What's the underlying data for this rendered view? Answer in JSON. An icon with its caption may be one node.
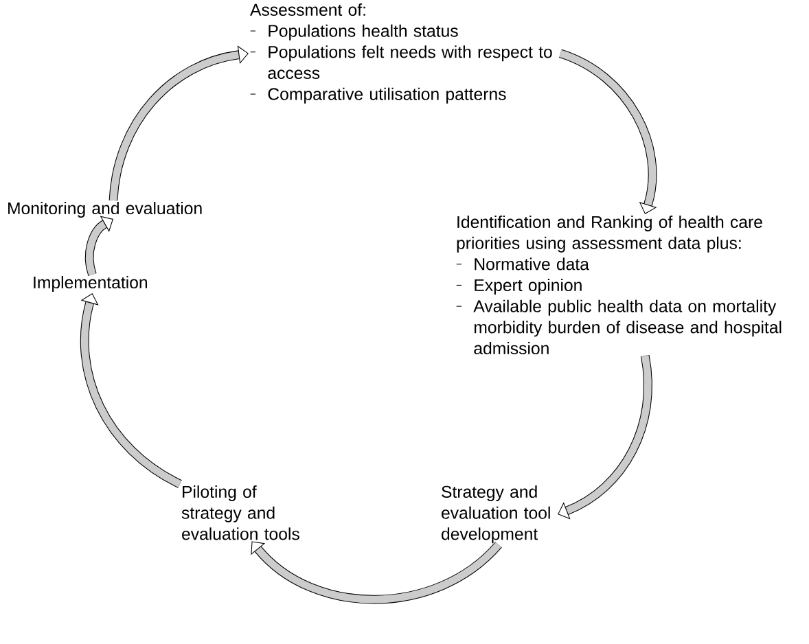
{
  "diagram": {
    "nodes": [
      {
        "text": [
          "Assessment of:",
          "Populations health status",
          "Populations felt needs with respect to access",
          "Comparative utilisation patterns"
        ]
      },
      {
        "text": [
          "Identification and Ranking of health care priorities using assessment data plus:",
          "Normative data",
          "Expert opinion",
          "Available public health data on mortality morbidity burden of disease and hospital admission"
        ]
      },
      {
        "text": [
          "Strategy and evaluation tool development"
        ]
      },
      {
        "text": [
          "Piloting of strategy and evaluation tools"
        ]
      },
      {
        "text": [
          "Implementation"
        ]
      },
      {
        "text": [
          "Monitoring and evaluation"
        ]
      }
    ],
    "edges": [
      {
        "from": 0,
        "to": 1,
        "arrow": "to"
      },
      {
        "from": 1,
        "to": 2,
        "arrow": "to"
      },
      {
        "from": 2,
        "to": 3,
        "arrow": "to"
      },
      {
        "from": 3,
        "to": 4,
        "arrow": "to"
      },
      {
        "from": 4,
        "to": 5,
        "arrow": "to"
      },
      {
        "from": 5,
        "to": 0,
        "arrow": "to"
      }
    ]
  }
}
